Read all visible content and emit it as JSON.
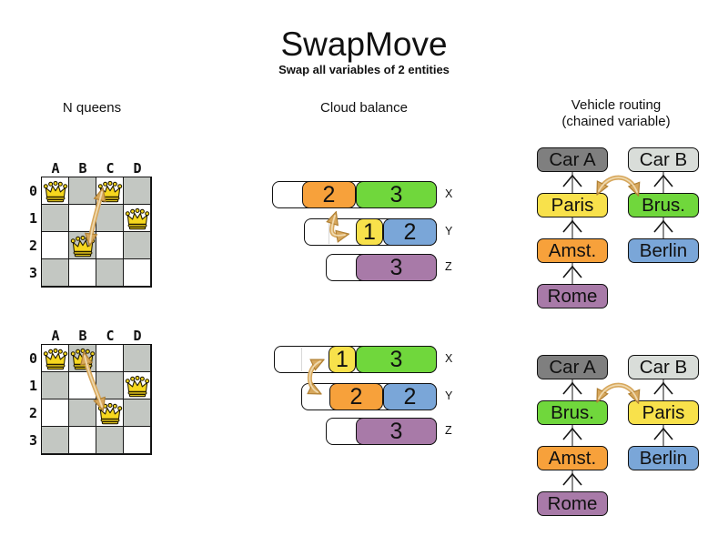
{
  "title": "SwapMove",
  "subtitle": "Swap all variables of 2 entities",
  "colors": {
    "orange": "#f7a13b",
    "green": "#70d73c",
    "yellow": "#f8e14b",
    "blue": "#7aa6d8",
    "purple": "#a87aa8",
    "car_a": "#7f7f7f",
    "car_b": "#d9ddd9",
    "board_gray": "#c3c7c2",
    "arrow_tan": "#d7a75c",
    "queen_gold": "#f6d71e"
  },
  "sections": {
    "nqueens": {
      "header": "N queens",
      "boards": [
        {
          "state": "before",
          "columns": [
            "A",
            "B",
            "C",
            "D"
          ],
          "rows": [
            "0",
            "1",
            "2",
            "3"
          ],
          "queens": [
            {
              "col": "A",
              "row": "0"
            },
            {
              "col": "C",
              "row": "0"
            },
            {
              "col": "D",
              "row": "1"
            },
            {
              "col": "B",
              "row": "2"
            }
          ],
          "swap": {
            "from": "C0",
            "to": "B2"
          }
        },
        {
          "state": "after",
          "columns": [
            "A",
            "B",
            "C",
            "D"
          ],
          "rows": [
            "0",
            "1",
            "2",
            "3"
          ],
          "queens": [
            {
              "col": "A",
              "row": "0"
            },
            {
              "col": "B",
              "row": "0"
            },
            {
              "col": "D",
              "row": "1"
            },
            {
              "col": "C",
              "row": "2"
            }
          ],
          "swap": {
            "from": "B0",
            "to": "C2"
          }
        }
      ]
    },
    "cloud": {
      "header": "Cloud balance",
      "states": [
        {
          "state": "before",
          "rows": [
            {
              "label": "X",
              "blocks": [
                {
                  "value": "2",
                  "color": "orange"
                },
                {
                  "value": "3",
                  "color": "green"
                }
              ]
            },
            {
              "label": "Y",
              "blocks": [
                {
                  "value": "1",
                  "color": "yellow"
                },
                {
                  "value": "2",
                  "color": "blue"
                }
              ]
            },
            {
              "label": "Z",
              "blocks": [
                {
                  "value": "3",
                  "color": "purple"
                }
              ]
            }
          ],
          "swap": {
            "from": "X",
            "to": "Y"
          }
        },
        {
          "state": "after",
          "rows": [
            {
              "label": "X",
              "blocks": [
                {
                  "value": "1",
                  "color": "yellow"
                },
                {
                  "value": "3",
                  "color": "green"
                }
              ]
            },
            {
              "label": "Y",
              "blocks": [
                {
                  "value": "2",
                  "color": "orange"
                },
                {
                  "value": "2",
                  "color": "blue"
                }
              ]
            },
            {
              "label": "Z",
              "blocks": [
                {
                  "value": "3",
                  "color": "purple"
                }
              ]
            }
          ],
          "swap": {
            "from": "X",
            "to": "Y"
          }
        }
      ]
    },
    "vehicle": {
      "header_line1": "Vehicle routing",
      "header_line2": "(chained variable)",
      "states": [
        {
          "state": "before",
          "chains": [
            {
              "boxes": [
                {
                  "label": "Car A",
                  "color": "car_a"
                },
                {
                  "label": "Paris",
                  "color": "yellow"
                },
                {
                  "label": "Amst.",
                  "color": "orange"
                },
                {
                  "label": "Rome",
                  "color": "purple"
                }
              ]
            },
            {
              "boxes": [
                {
                  "label": "Car B",
                  "color": "car_b"
                },
                {
                  "label": "Brus.",
                  "color": "green"
                },
                {
                  "label": "Berlin",
                  "color": "blue"
                }
              ]
            }
          ],
          "swap": {
            "between": [
              "Paris",
              "Brus."
            ]
          }
        },
        {
          "state": "after",
          "chains": [
            {
              "boxes": [
                {
                  "label": "Car A",
                  "color": "car_a"
                },
                {
                  "label": "Brus.",
                  "color": "green"
                },
                {
                  "label": "Amst.",
                  "color": "orange"
                },
                {
                  "label": "Rome",
                  "color": "purple"
                }
              ]
            },
            {
              "boxes": [
                {
                  "label": "Car B",
                  "color": "car_b"
                },
                {
                  "label": "Paris",
                  "color": "yellow"
                },
                {
                  "label": "Berlin",
                  "color": "blue"
                }
              ]
            }
          ],
          "swap": {
            "between": [
              "Brus.",
              "Paris"
            ]
          }
        }
      ]
    }
  }
}
